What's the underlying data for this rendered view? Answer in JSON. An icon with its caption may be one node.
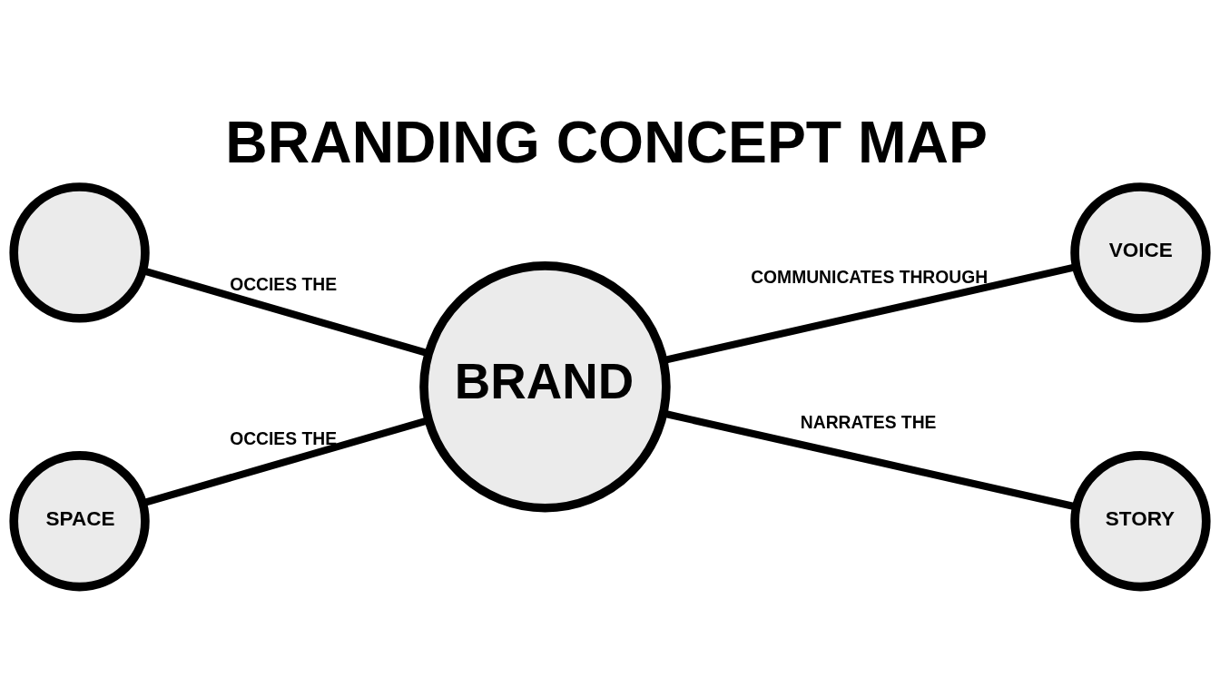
{
  "diagram": {
    "title": "BRANDING CONCEPT MAP",
    "nodes": [
      {
        "text": [],
        "shape": "circle"
      },
      {
        "text": [
          "VOICE"
        ]
      },
      {
        "text": [
          "BRAND"
        ]
      },
      {
        "text": [
          "SPACE"
        ]
      },
      {
        "text": [
          "STORY"
        ]
      }
    ],
    "edges": [
      {
        "from": 0,
        "to": 2,
        "arrow": "none",
        "label": "OCCIES THE"
      },
      {
        "from": 2,
        "to": 1,
        "arrow": "none",
        "label": "COMMUNICATES THROUGH"
      },
      {
        "from": 3,
        "to": 2,
        "arrow": "none",
        "label": "OCCIES THE"
      },
      {
        "from": 2,
        "to": 4,
        "arrow": "none",
        "label": "NARRATES THE"
      }
    ]
  }
}
